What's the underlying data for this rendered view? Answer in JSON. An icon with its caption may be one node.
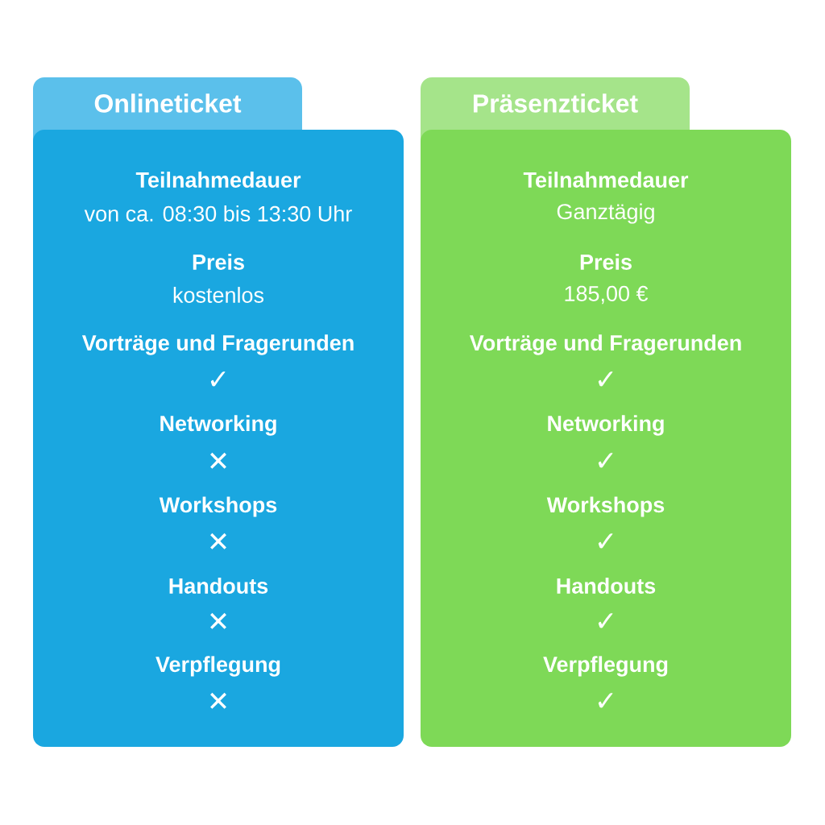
{
  "diagram": {
    "nodes": [
      {
        "text": [
          "Onlineticket",
          "Teilnahmedauer",
          "von ca. 08:30 bis 13:30 Uhr",
          "Preis",
          "kostenlos",
          "Vorträge und Fragerunden",
          "✓",
          "Networking",
          "✕",
          "Workshops",
          "✕",
          "Handouts",
          "✕",
          "Verpflegung",
          "✕"
        ]
      },
      {
        "text": [
          "Präsenzticket",
          "Teilnahmedauer",
          "Ganztägig",
          "Preis",
          "185,00 €",
          "Vorträge und Fragerunden",
          "✓",
          "Networking",
          "✓",
          "Workshops",
          "✓",
          "Handouts",
          "✓",
          "Verpflegung",
          "✓"
        ]
      }
    ]
  }
}
